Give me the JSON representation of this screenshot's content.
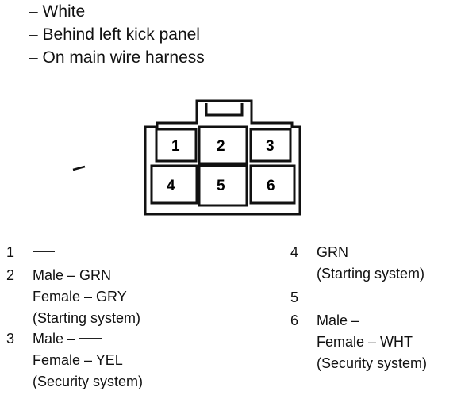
{
  "header": {
    "lines": [
      "– White",
      "– Behind left kick panel",
      "– On main wire harness"
    ]
  },
  "connector": {
    "pins": [
      "1",
      "2",
      "3",
      "4",
      "5",
      "6"
    ]
  },
  "pin_functions": {
    "left": [
      {
        "num": "1",
        "lines": [
          ""
        ]
      },
      {
        "num": "2",
        "lines": [
          "Male – GRN",
          "Female – GRY",
          "(Starting system)"
        ]
      },
      {
        "num": "3",
        "lines": [
          "Male –",
          "Female – YEL",
          "(Security system)"
        ]
      }
    ],
    "right": [
      {
        "num": "4",
        "lines": [
          "GRN",
          "(Starting system)"
        ]
      },
      {
        "num": "5",
        "lines": [
          ""
        ]
      },
      {
        "num": "6",
        "lines": [
          "Male –",
          "Female – WHT",
          "(Security system)"
        ]
      }
    ]
  }
}
